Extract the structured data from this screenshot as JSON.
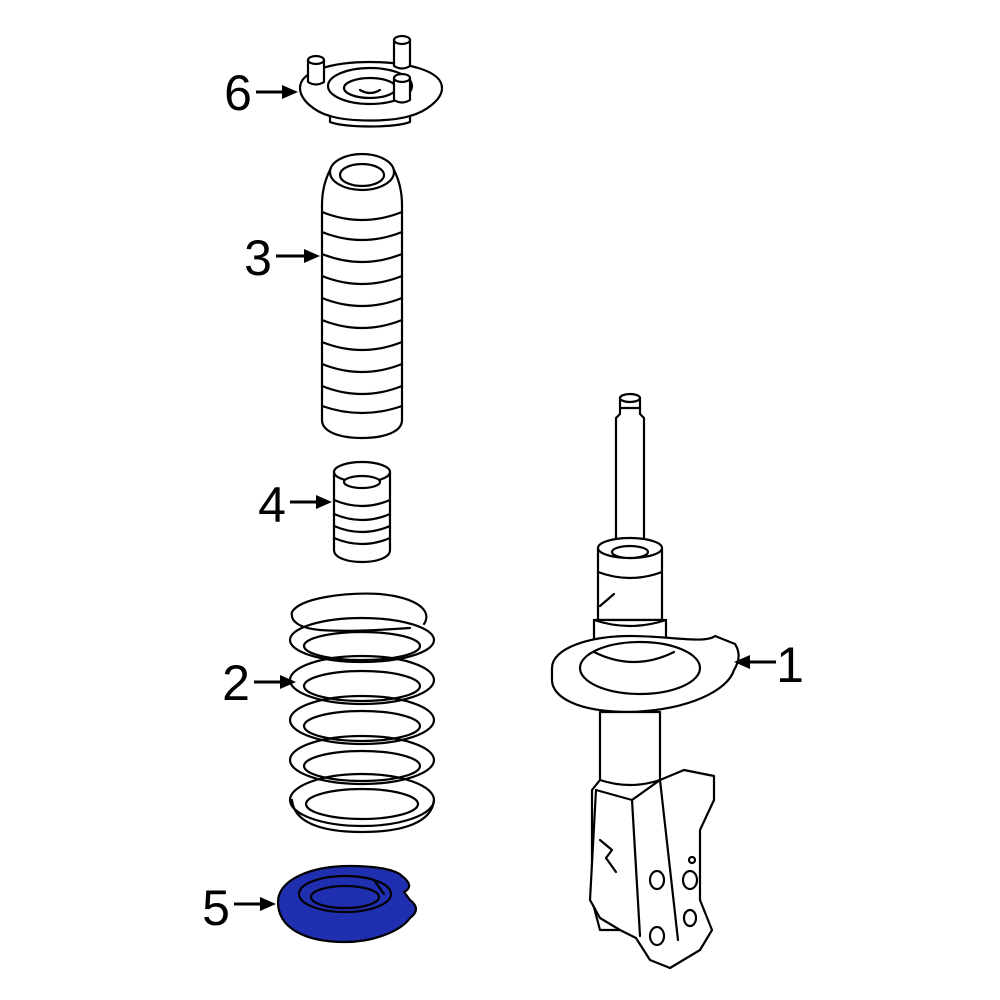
{
  "colors": {
    "background": "#ffffff",
    "line": "#000000",
    "highlight_fill": "#1f2fb0"
  },
  "callouts": [
    {
      "id": "1",
      "label": "1"
    },
    {
      "id": "2",
      "label": "2"
    },
    {
      "id": "3",
      "label": "3"
    },
    {
      "id": "4",
      "label": "4"
    },
    {
      "id": "5",
      "label": "5"
    },
    {
      "id": "6",
      "label": "6"
    }
  ],
  "highlighted_callout": "5"
}
